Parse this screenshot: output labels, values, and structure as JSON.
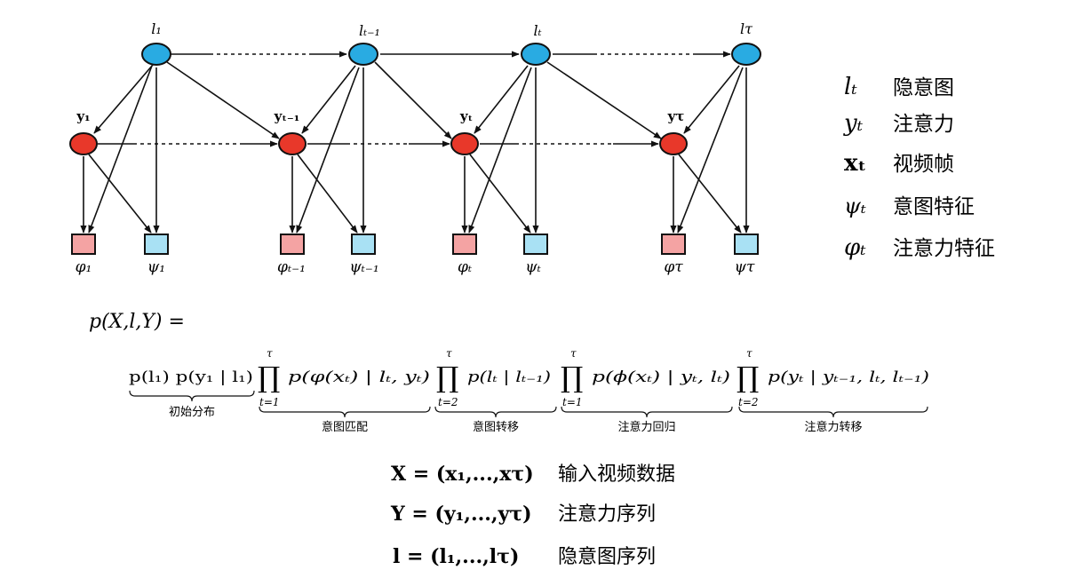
{
  "graph": {
    "l_nodes": [
      "l₁",
      "lₜ₋₁",
      "lₜ",
      "lτ"
    ],
    "y_nodes": [
      "y₁",
      "yₜ₋₁",
      "yₜ",
      "yτ"
    ],
    "phi_nodes": [
      "φ₁",
      "φₜ₋₁",
      "φₜ",
      "φτ"
    ],
    "psi_nodes": [
      "ψ₁",
      "ψₜ₋₁",
      "ψₜ",
      "ψτ"
    ],
    "colors": {
      "l_node": "#29abe2",
      "y_node": "#e8382a",
      "phi_node": "#f4a3a3",
      "psi_node": "#a9e1f4",
      "edge": "#111111"
    }
  },
  "legend": [
    {
      "symbol": "lₜ",
      "label": "隐意图"
    },
    {
      "symbol": "yₜ",
      "label": "注意力"
    },
    {
      "symbol": "xₜ",
      "label": "视频帧"
    },
    {
      "symbol": "ψₜ",
      "label": "意图特征"
    },
    {
      "symbol": "φₜ",
      "label": "注意力特征"
    }
  ],
  "formula": {
    "lhs": "p(X,l,Y) =",
    "terms": [
      {
        "expr": "p(l₁) p(y₁ | l₁)",
        "caption": "初始分布"
      },
      {
        "upper": "τ",
        "lower": "t=1",
        "expr": "p(φ(xₜ) | lₜ, yₜ)",
        "caption": "意图匹配"
      },
      {
        "upper": "τ",
        "lower": "t=2",
        "expr": "p(lₜ | lₜ₋₁)",
        "caption": "意图转移"
      },
      {
        "upper": "τ",
        "lower": "t=1",
        "expr": "p(ϕ(xₜ) | yₜ, lₜ)",
        "caption": "注意力回归"
      },
      {
        "upper": "τ",
        "lower": "t=2",
        "expr": "p(yₜ | yₜ₋₁, lₜ, lₜ₋₁)",
        "caption": "注意力转移"
      }
    ]
  },
  "definitions": [
    {
      "math": "X = (x₁,...,xτ)",
      "label": "输入视频数据"
    },
    {
      "math": "Y = (y₁,...,yτ)",
      "label": "注意力序列"
    },
    {
      "math": "l = (l₁,...,lτ)",
      "label": "隐意图序列"
    }
  ]
}
